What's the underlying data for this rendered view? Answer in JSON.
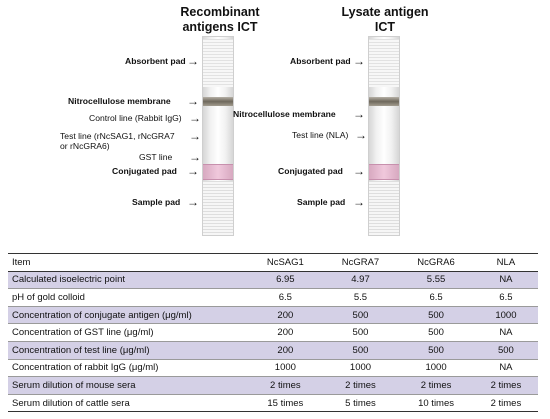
{
  "left_panel": {
    "title": "Recombinant\nantigens ICT",
    "labels": {
      "absorbent_pad": "Absorbent pad",
      "nitrocellulose": "Nitrocellulose membrane",
      "control_line": "Control line (Rabbit IgG)",
      "test_line": "Test line (rNcSAG1, rNcGRA7\nor rNcGRA6)",
      "gst_line": "GST line",
      "conjugated_pad": "Conjugated pad",
      "sample_pad": "Sample pad"
    }
  },
  "right_panel": {
    "title": "Lysate antigen\nICT",
    "labels": {
      "absorbent_pad": "Absorbent pad",
      "nitrocellulose": "Nitrocellulose membrane",
      "test_line": "Test line (NLA)",
      "conjugated_pad": "Conjugated pad",
      "sample_pad": "Sample pad"
    }
  },
  "arrows": {
    "bold": "→",
    "thin": "→"
  },
  "colors": {
    "row_shade": "#d4d0e6",
    "conjugated_pad": "#f0c8dc",
    "nitro_band": "#6f685c"
  },
  "table": {
    "headers": [
      "Item",
      "NcSAG1",
      "NcGRA7",
      "NcGRA6",
      "NLA"
    ],
    "rows": [
      [
        "Calculated isoelectric point",
        "6.95",
        "4.97",
        "5.55",
        "NA"
      ],
      [
        "pH of gold colloid",
        "6.5",
        "5.5",
        "6.5",
        "6.5"
      ],
      [
        "Concentration of conjugate antigen (μg/ml)",
        "200",
        "500",
        "500",
        "1000"
      ],
      [
        "Concentration of GST line (μg/ml)",
        "200",
        "500",
        "500",
        "NA"
      ],
      [
        "Concentration of test line (μg/ml)",
        "200",
        "500",
        "500",
        "500"
      ],
      [
        "Concentration of rabbit IgG (μg/ml)",
        "1000",
        "1000",
        "1000",
        "NA"
      ],
      [
        "Serum dilution of mouse sera",
        "2 times",
        "2 times",
        "2 times",
        "2 times"
      ],
      [
        "Serum dilution of cattle sera",
        "15 times",
        "5 times",
        "10 times",
        "2 times"
      ]
    ]
  }
}
